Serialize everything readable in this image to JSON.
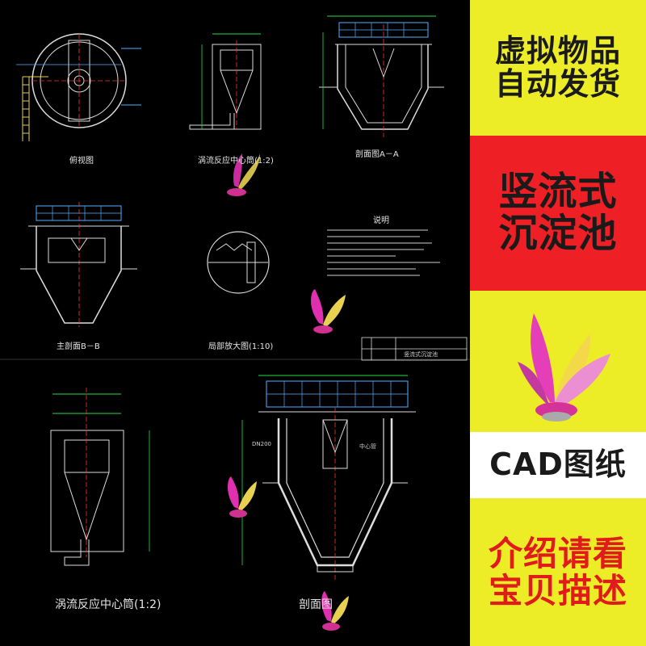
{
  "cad": {
    "labels": {
      "plan_view": "俯视图",
      "center_pipe_top": "涡流反应中心筒(1:2)",
      "section_a": "剖面图A－A",
      "section_b": "主剖面B－B",
      "detail": "局部放大图(1:10)",
      "notes_title": "说明",
      "title_block_1": "竖流式沉淀池",
      "center_pipe_bottom": "涡流反应中心筒(1:2)",
      "section_bottom": "剖面图",
      "dn200": "DN200",
      "center_pipe_label": "中心管"
    }
  },
  "side": {
    "panel1": {
      "line1": "虚拟物品",
      "line2": "自动发货",
      "bg": "#eded27",
      "color": "#1a1a1a"
    },
    "panel2": {
      "line1": "竖流式",
      "line2": "沉淀池",
      "bg": "#ee1f25",
      "color": "#1a1a1a"
    },
    "panel3": {
      "bg": "#eded27"
    },
    "panel4": {
      "line1": "CAD图纸",
      "bg": "#ffffff",
      "color": "#1a1a1a"
    },
    "panel5": {
      "line1": "介绍请看",
      "line2": "宝贝描述",
      "bg": "#eded27",
      "color": "#e11b1b"
    }
  }
}
